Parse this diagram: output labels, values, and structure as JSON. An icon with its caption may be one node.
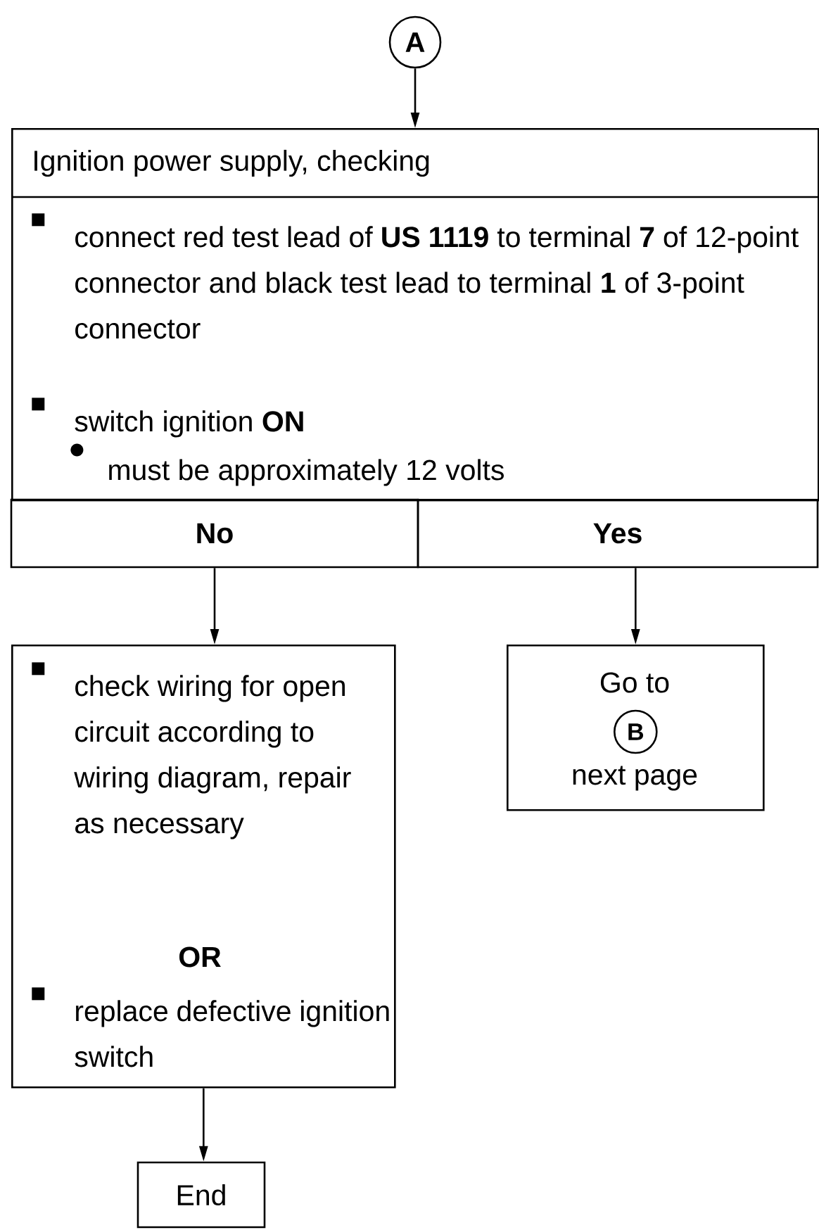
{
  "diagram": {
    "nodes": [
      {
        "text": [
          "A"
        ]
      },
      {
        "text": [
          "Ignition power supply, checking",
          "connect red test lead of **US 1119** to terminal **7** of 12-point connector and black test lead to terminal **1** of 3-point connector",
          "switch ignition **ON**",
          "must be approximately 12 volts"
        ]
      },
      {
        "text": [
          "No"
        ]
      },
      {
        "text": [
          "Yes"
        ]
      },
      {
        "text": [
          "check wiring for open circuit according to wiring diagram, repair as necessary",
          "OR",
          "replace defective ignition switch"
        ]
      },
      {
        "text": [
          "Go to",
          "next page"
        ]
      },
      {
        "text": [
          "B"
        ],
        "in": 5
      },
      {
        "text": [
          "End"
        ]
      }
    ],
    "edges": [
      {
        "from": 0,
        "to": 1,
        "arrow": "to"
      },
      {
        "from": 2,
        "to": 4,
        "arrow": "to"
      },
      {
        "from": 3,
        "to": 5,
        "arrow": "to"
      },
      {
        "from": 4,
        "to": 7,
        "arrow": "to"
      }
    ]
  }
}
